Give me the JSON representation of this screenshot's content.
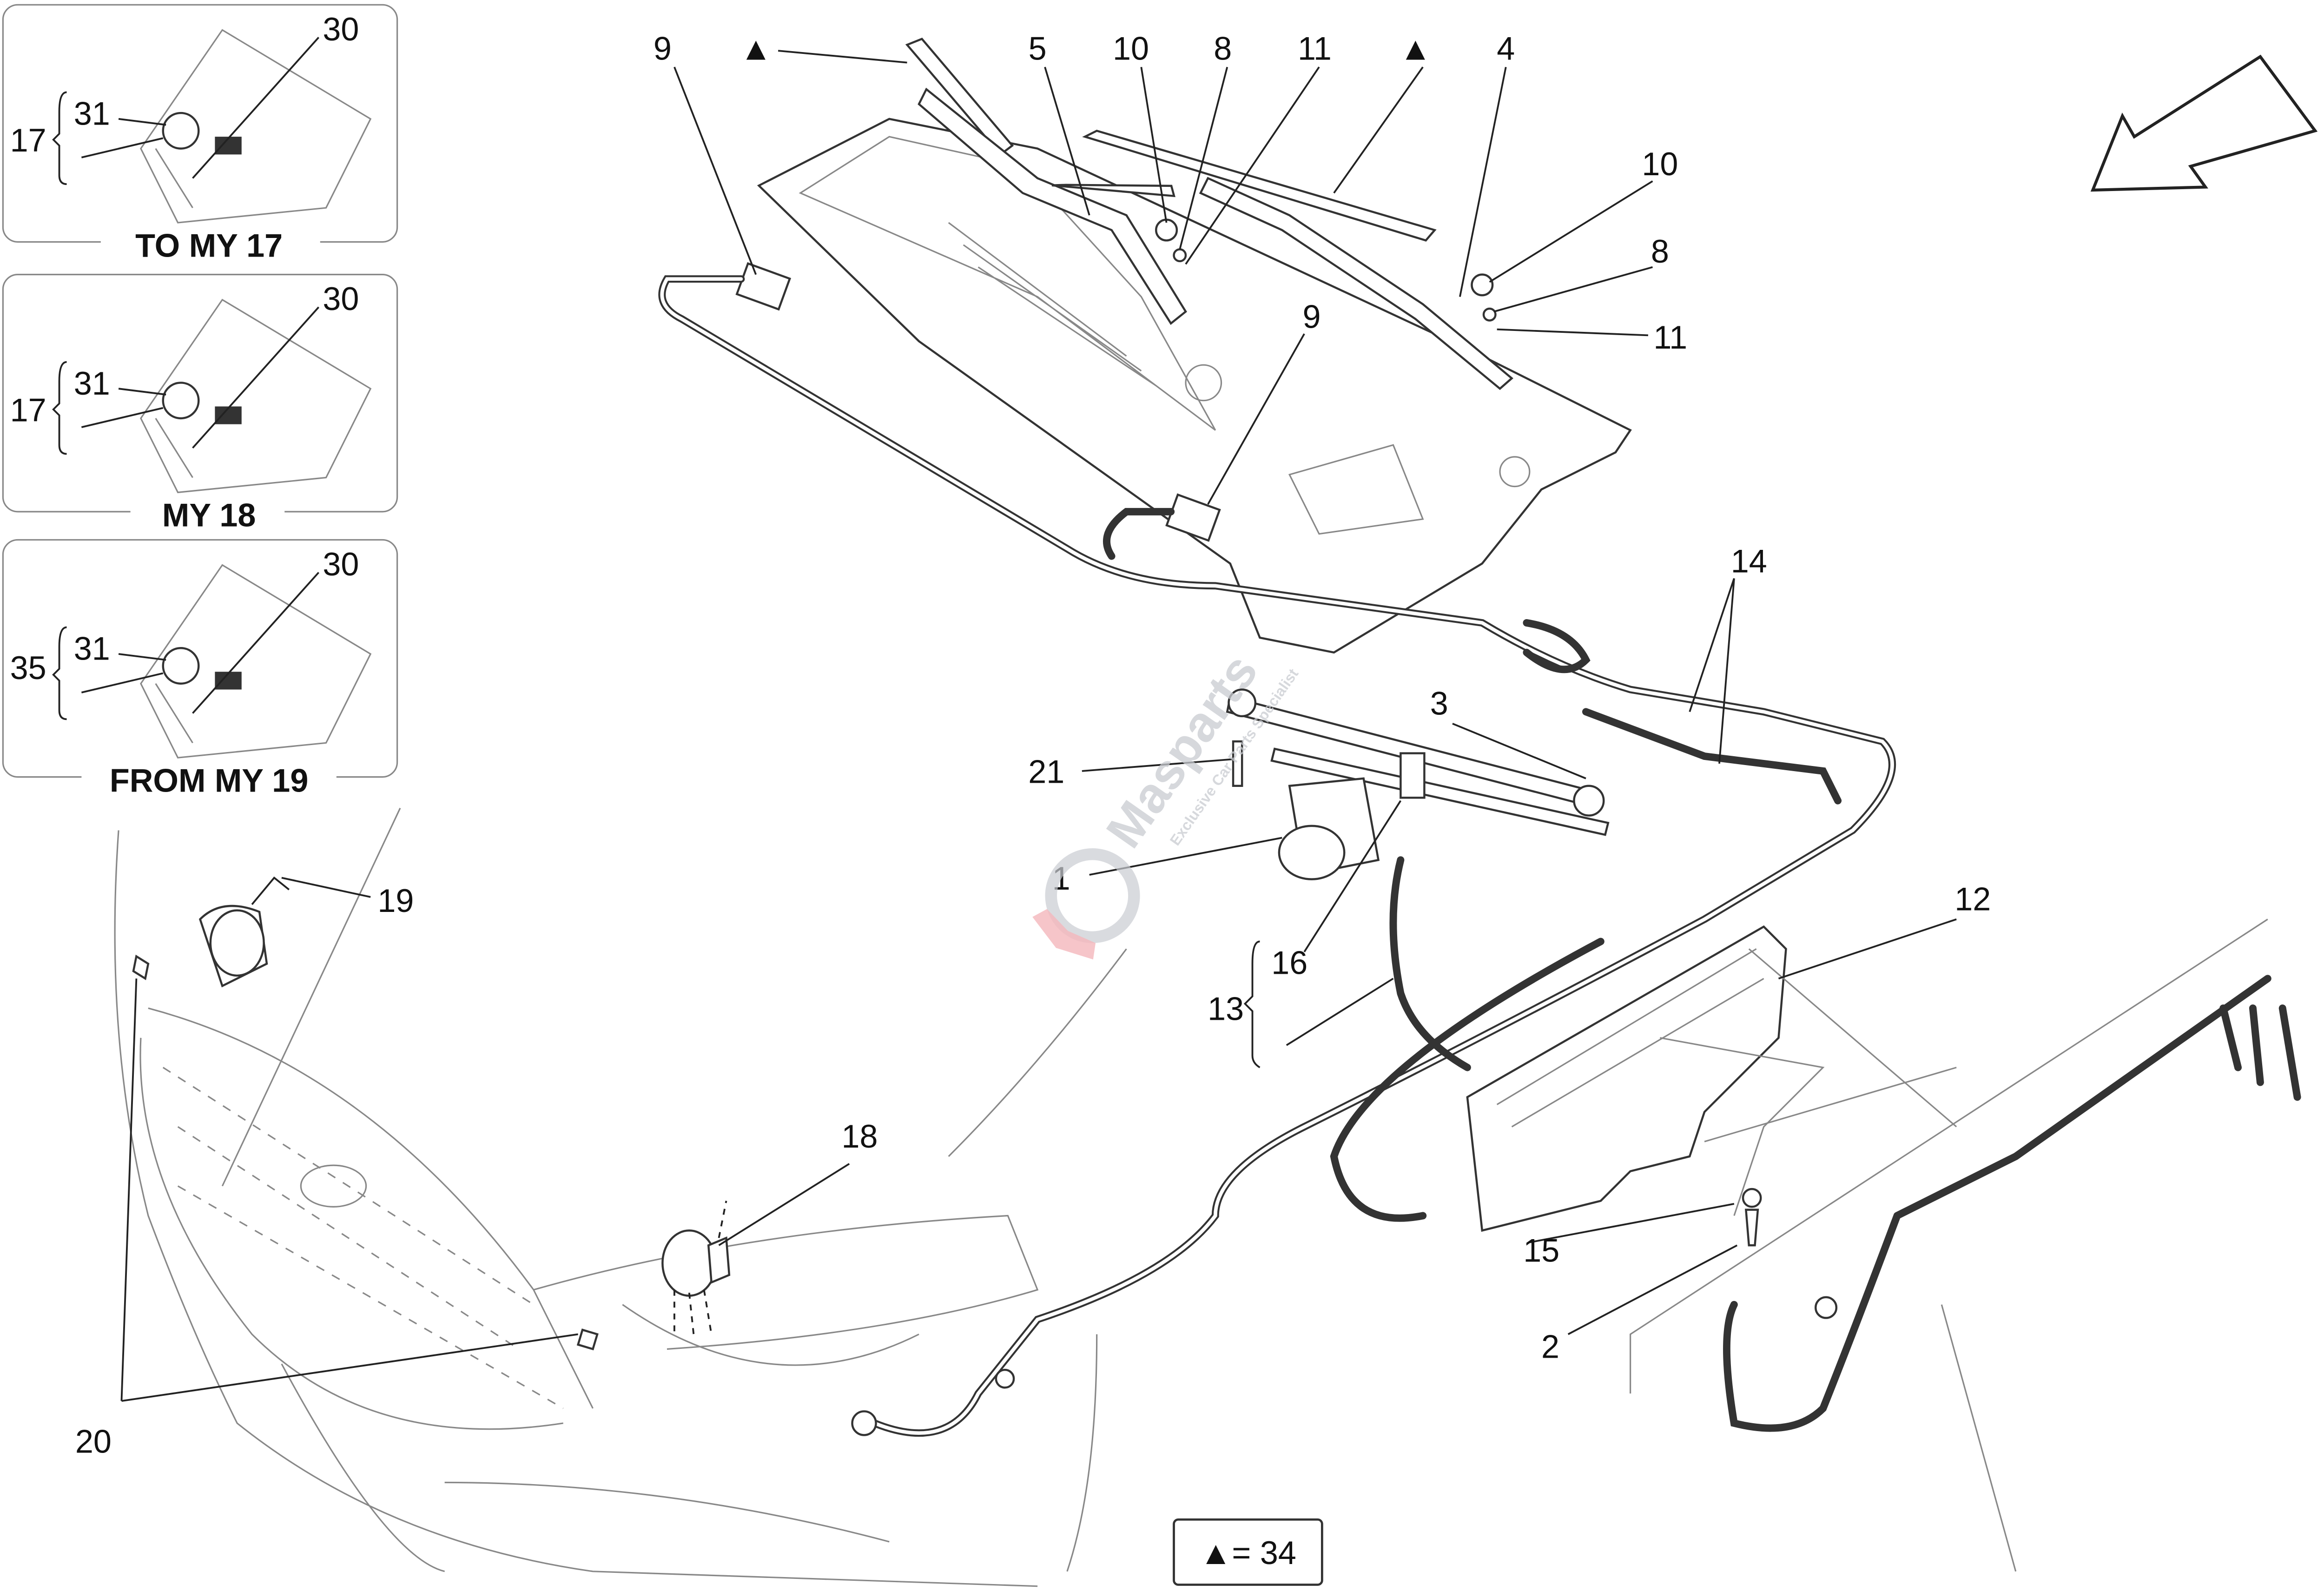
{
  "diagram": {
    "insets": [
      {
        "caption": "TO MY 17",
        "group": "17",
        "callouts": [
          "30",
          "31"
        ]
      },
      {
        "caption": "MY 18",
        "group": "17",
        "callouts": [
          "30",
          "31"
        ]
      },
      {
        "caption": "FROM MY 19",
        "group": "35",
        "callouts": [
          "30",
          "31"
        ]
      }
    ],
    "callouts": {
      "c9a": "9",
      "tri1": "▲",
      "c5": "5",
      "c10a": "10",
      "c8a": "8",
      "c11a": "11",
      "tri2": "▲",
      "c4": "4",
      "c10b": "10",
      "c8b": "8",
      "c11b": "11",
      "c9b": "9",
      "c14": "14",
      "c3": "3",
      "c21": "21",
      "c1": "1",
      "c16": "16",
      "c13": "13",
      "c12": "12",
      "c19": "19",
      "c18": "18",
      "c15": "15",
      "c2": "2",
      "c20": "20"
    },
    "legend": "▲= 34",
    "watermark": {
      "brand": "Masparts",
      "tagline": "Exclusive Car Parts Specialist",
      "accent": "#f4b6bb"
    },
    "direction_arrow": "front-direction-arrow"
  }
}
